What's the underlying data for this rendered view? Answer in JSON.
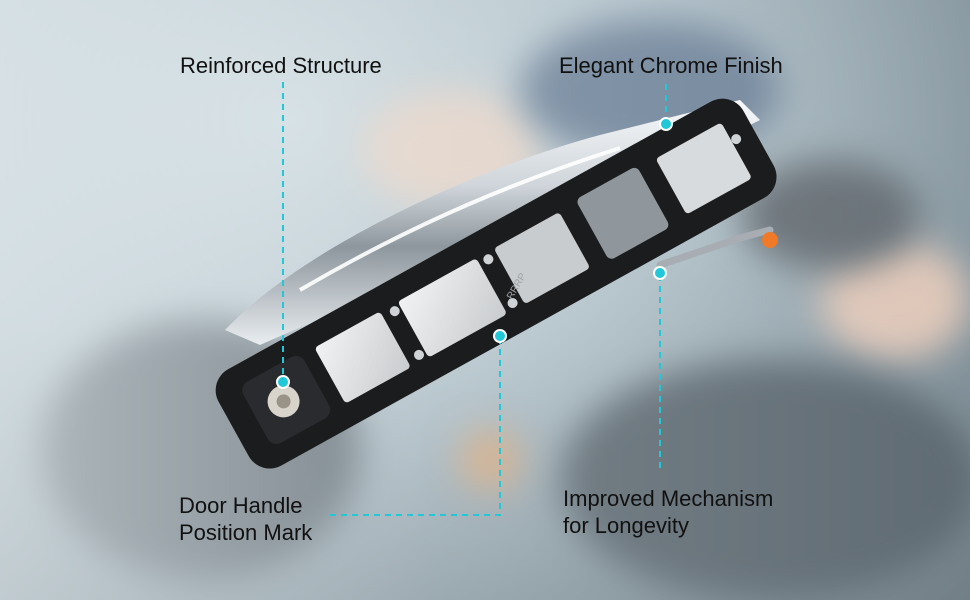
{
  "callouts": {
    "reinforced": "Reinforced Structure",
    "chrome": "Elegant Chrome Finish",
    "position_mark_line1": "Door Handle",
    "position_mark_line2": "Position Mark",
    "mechanism_line1": "Improved Mechanism",
    "mechanism_line2": "for Longevity"
  },
  "handle": {
    "engraving": "RRRP"
  },
  "colors": {
    "accent": "#20c8d8",
    "text": "#111111",
    "chrome": "#dfe4e8",
    "housing": "#1b1c1e",
    "lever_tip": "#f07a28"
  }
}
